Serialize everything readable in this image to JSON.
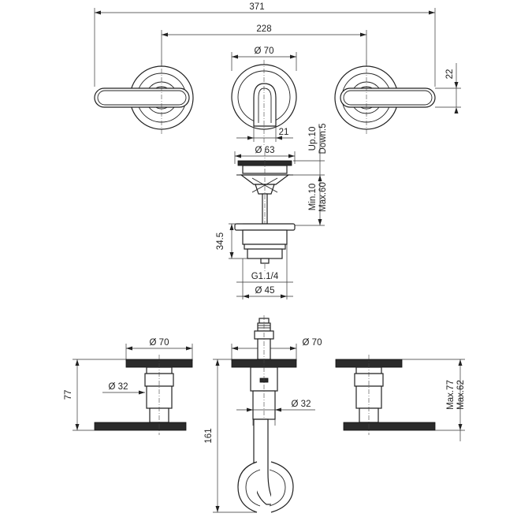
{
  "dimensions": {
    "overall_width": "371",
    "handle_spacing": "228",
    "spout_diameter": "Ø 70",
    "handle_offset": "22",
    "spout_offset": "21",
    "drain_diameter": "Ø 63",
    "drain_up": "Up.10",
    "drain_down": "Down.5",
    "drain_min": "Min.10",
    "drain_max": "Max.60",
    "drain_body_height": "34.5",
    "drain_thread": "G1.1/4",
    "drain_body_diameter": "Ø 45",
    "valve_rosette_diameter": "Ø 70",
    "valve_body_diameter": "Ø 32",
    "valve_height": "77",
    "spout_rosette_diameter": "Ø 70",
    "spout_body_diameter": "Ø 32",
    "spout_length": "161",
    "mount_max_1": "Max.77",
    "mount_max_2": "Max.62"
  },
  "colors": {
    "line": "#222222",
    "dark_fill": "#2b2b2b",
    "background": "#ffffff"
  }
}
